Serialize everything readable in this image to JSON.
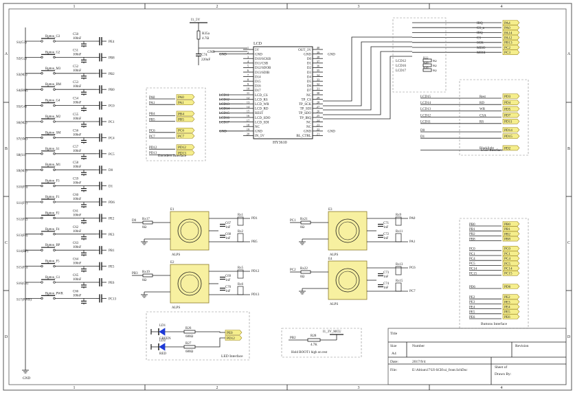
{
  "frame": {
    "cols": [
      "1",
      "2",
      "3",
      "4"
    ],
    "rows": [
      "A",
      "B",
      "C",
      "D"
    ]
  },
  "power": {
    "net_5v": "I1_5V",
    "r_label": "R35a",
    "r_value": "4.7Ω",
    "cap_label": "C74",
    "cap_value": "220uF",
    "gnd": "GND"
  },
  "lcd": {
    "ref": "LCD",
    "part": "HY3610",
    "left_pins": [
      {
        "num": "1",
        "name": "5V",
        "net": ""
      },
      {
        "num": "2",
        "name": "GND",
        "net": "GND"
      },
      {
        "num": "3",
        "name": "D10/SCKB",
        "net": ""
      },
      {
        "num": "4",
        "name": "D11/CSB",
        "net": ""
      },
      {
        "num": "5",
        "name": "D12/SDOB",
        "net": ""
      },
      {
        "num": "6",
        "name": "D13/SDIB",
        "net": ""
      },
      {
        "num": "7",
        "name": "D14",
        "net": ""
      },
      {
        "num": "8",
        "name": "D15",
        "net": ""
      },
      {
        "num": "9",
        "name": "D16",
        "net": ""
      },
      {
        "num": "10",
        "name": "D17",
        "net": ""
      },
      {
        "num": "11",
        "name": "LCD_CS",
        "net": "LCD11"
      },
      {
        "num": "12",
        "name": "LCD_RS",
        "net": "LCD12"
      },
      {
        "num": "13",
        "name": "LCD_WR",
        "net": "LCD13"
      },
      {
        "num": "14",
        "name": "LCD_RD",
        "net": "LCD14"
      },
      {
        "num": "15",
        "name": "REST",
        "net": "LCD15"
      },
      {
        "num": "16",
        "name": "LCD_SDO",
        "net": "LCD16"
      },
      {
        "num": "17",
        "name": "LCD_SDI",
        "net": "LCD17"
      },
      {
        "num": "18",
        "name": "NC",
        "net": ""
      },
      {
        "num": "19",
        "name": "GND",
        "net": "GND"
      },
      {
        "num": "20",
        "name": "IN_5V",
        "net": ""
      }
    ],
    "right_pins": [
      {
        "num": "40",
        "name": "OUT_3V",
        "net": ""
      },
      {
        "num": "39",
        "name": "GND",
        "net": "GND"
      },
      {
        "num": "38",
        "name": "D0",
        "net": ""
      },
      {
        "num": "37",
        "name": "D1",
        "net": ""
      },
      {
        "num": "36",
        "name": "D2",
        "net": ""
      },
      {
        "num": "35",
        "name": "D3",
        "net": ""
      },
      {
        "num": "34",
        "name": "D4",
        "net": ""
      },
      {
        "num": "33",
        "name": "D5",
        "net": ""
      },
      {
        "num": "32",
        "name": "D6",
        "net": ""
      },
      {
        "num": "31",
        "name": "D7",
        "net": ""
      },
      {
        "num": "30",
        "name": "NC",
        "net": ""
      },
      {
        "num": "29",
        "name": "TP_CS",
        "net": ""
      },
      {
        "num": "28",
        "name": "TP_SCK",
        "net": ""
      },
      {
        "num": "27",
        "name": "TP_SDI",
        "net": ""
      },
      {
        "num": "26",
        "name": "TP_SDO",
        "net": ""
      },
      {
        "num": "25",
        "name": "TP_IRQ",
        "net": ""
      },
      {
        "num": "24",
        "name": "NC",
        "net": ""
      },
      {
        "num": "23",
        "name": "NC",
        "net": ""
      },
      {
        "num": "22",
        "name": "GND",
        "net": "GND"
      },
      {
        "num": "21",
        "name": "BL_CTRL",
        "net": ""
      }
    ]
  },
  "touch_bus": {
    "signals": [
      "IRQ",
      "CS_a",
      "IRQ",
      "CS",
      "SCK",
      "MISO",
      "MOSI"
    ],
    "ports": [
      "PA4",
      "PA0",
      "PA14",
      "PA12",
      "PB13",
      "PC2",
      "PC3"
    ]
  },
  "lcd_resistors": [
    {
      "net": "LCD12",
      "ref": "R22",
      "val": "0Ω"
    },
    {
      "net": "LCD16",
      "ref": "R26",
      "val": "0Ω"
    },
    {
      "net": "LCD17",
      "ref": "R18",
      "val": "0Ω"
    }
  ],
  "encoders_interface": {
    "title": "Encoders Interface",
    "rows": [
      {
        "sig": "PA0",
        "port": "PA0"
      },
      {
        "sig": "PA1",
        "port": "PA1"
      },
      {
        "sig": "PB4",
        "port": "PB4"
      },
      {
        "sig": "PB5",
        "port": "PB5"
      },
      {
        "sig": "PC6",
        "port": "PC6"
      },
      {
        "sig": "PC7",
        "port": "PC7"
      },
      {
        "sig": "PD12",
        "port": "PD12"
      },
      {
        "sig": "PD13",
        "port": "PD13"
      }
    ]
  },
  "lcd_interface": {
    "title": "LCD Interface",
    "rows": [
      {
        "sig": "LCD15",
        "fn": "Rest",
        "port": "PD3"
      },
      {
        "sig": "LCD14",
        "fn": "RD",
        "port": "PD4"
      },
      {
        "sig": "LCD13",
        "fn": "WR",
        "port": "PD5"
      },
      {
        "sig": "LCD12",
        "fn": "CSA",
        "port": "PD7"
      },
      {
        "sig": "LCD11",
        "fn": "RS",
        "port": "PD11"
      },
      {
        "sig": "D0",
        "fn": "",
        "port": "PD14"
      },
      {
        "sig": "D1",
        "fn": "",
        "port": "PD15"
      },
      {
        "sig": "",
        "fn": "Blacklight",
        "port": "PD2"
      }
    ]
  },
  "buttons_interface": {
    "title": "Buttons Interface",
    "rows": [
      {
        "sig": "PB0",
        "port": "PB0"
      },
      {
        "sig": "PB1",
        "port": "PB1"
      },
      {
        "sig": "PB2",
        "port": "PB2"
      },
      {
        "sig": "PB8",
        "port": "PB8"
      },
      {
        "sig": "PC0",
        "port": "PC0"
      },
      {
        "sig": "PC1",
        "port": "PC1"
      },
      {
        "sig": "PC4",
        "port": "PC4"
      },
      {
        "sig": "PC5",
        "port": "PC5"
      },
      {
        "sig": "PC14",
        "port": "PC14"
      },
      {
        "sig": "PC15",
        "port": "PC15"
      },
      {
        "sig": "PD6",
        "port": "PD6"
      },
      {
        "sig": "PE2",
        "port": "PE2"
      },
      {
        "sig": "PE3",
        "port": "PE3"
      },
      {
        "sig": "PE4",
        "port": "PE4"
      },
      {
        "sig": "PE5",
        "port": "PE5"
      },
      {
        "sig": "PE6",
        "port": "PE6"
      }
    ]
  },
  "buttons": [
    {
      "sw": "S1(G3)",
      "label": "Button_G3",
      "cap": "C50",
      "val": "100nF",
      "port": "PE4"
    },
    {
      "sw": "S2(G2)",
      "label": "Button_G2",
      "cap": "C51",
      "val": "100nF",
      "port": "PB8"
    },
    {
      "sw": "S3(M3)",
      "label": "Button_M3",
      "cap": "C52",
      "val": "100nF",
      "port": "PB2"
    },
    {
      "sw": "S4(BM)",
      "label": "Button_BM",
      "cap": "C53",
      "val": "100nF",
      "port": "PB0"
    },
    {
      "sw": "S5(G4)",
      "label": "Button_G4",
      "cap": "C54",
      "val": "100nF",
      "port": "PC0"
    },
    {
      "sw": "S6(M2)",
      "label": "Button_M2",
      "cap": "C55",
      "val": "100nF",
      "port": "PC1"
    },
    {
      "sw": "S7(SM)",
      "label": "Button_SM",
      "cap": "C56",
      "val": "100nF",
      "port": "PC4"
    },
    {
      "sw": "S8(S1)",
      "label": "Button_S1",
      "cap": "C57",
      "val": "100nF",
      "port": "PC5"
    },
    {
      "sw": "S9(M1)",
      "label": "Button_M1",
      "cap": "C58",
      "val": "100nF",
      "port": "D0"
    },
    {
      "sw": "S10(F3)",
      "label": "Button_F3",
      "cap": "C59",
      "val": "100nF",
      "port": "D1"
    },
    {
      "sw": "S11(F1)",
      "label": "Button_F1",
      "cap": "C60",
      "val": "100nF",
      "port": "PD6"
    },
    {
      "sw": "S12(F2)",
      "label": "Button_F2",
      "cap": "C61",
      "val": "100nF",
      "port": "PE2"
    },
    {
      "sw": "S13(F4)",
      "label": "Button_F4",
      "cap": "C62",
      "val": "100nF",
      "port": "PE3"
    },
    {
      "sw": "S14(BP)",
      "label": "Button_BP",
      "cap": "C63",
      "val": "100nF",
      "port": "PB1"
    },
    {
      "sw": "S15(F5)",
      "label": "Button_F5",
      "cap": "C64",
      "val": "100nF",
      "port": "PE5"
    },
    {
      "sw": "S16(G1)",
      "label": "Button_G1",
      "cap": "C65",
      "val": "100nF",
      "port": "PE6"
    },
    {
      "sw": "S17(PWR)",
      "label": "Button_PWR",
      "cap": "C66",
      "val": "100nF",
      "port": "PC13"
    }
  ],
  "encoders": [
    {
      "ref": "E1",
      "in_net": "D0",
      "r": "Rx17",
      "rv": "0Ω",
      "ca": "C67",
      "cb": "C68",
      "cv": "1nF",
      "ra": "Rx1",
      "rb": "Rx2",
      "out_a": "PD1",
      "out_b": "PB5",
      "brand": "ALPS"
    },
    {
      "ref": "E2",
      "in_net": "PB3",
      "r": "Rx19",
      "rv": "0Ω",
      "ca": "C69",
      "cb": "C70",
      "cv": "1nF",
      "ra": "Rx5",
      "rb": "Rx6",
      "out_a": "PD12",
      "out_b": "PD13",
      "brand": "ALPS"
    },
    {
      "ref": "E3",
      "in_net": "PC1",
      "r": "Rx21",
      "rv": "0Ω",
      "ca": "C71",
      "cb": "C72",
      "cv": "1nF",
      "ra": "Rx9",
      "rb": "Rx11",
      "out_a": "PA0",
      "out_b": "PA1",
      "brand": "ALPS"
    },
    {
      "ref": "E4",
      "in_net": "PC2",
      "r": "Rx22",
      "rv": "0Ω",
      "ca": "C73",
      "cb": "C74",
      "cv": "1nF",
      "ra": "Rx13",
      "rb": "Rx15",
      "out_a": "PC6",
      "out_b": "PC7",
      "brand": "ALPS"
    }
  ],
  "led_interface": {
    "title": "LED Interface",
    "leds": [
      {
        "ref": "LD1",
        "color": "GREEN",
        "r": "R26",
        "rv": "680Ω",
        "port": "PE0"
      },
      {
        "ref": "LD2",
        "color": "RED",
        "r": "R27",
        "rv": "680Ω",
        "port": "PD12"
      }
    ]
  },
  "boot": {
    "net": "PB2",
    "r": "R28",
    "rv": "4.7K",
    "supply": "I1_3V_MCU",
    "note": "Hold BOOT1 high on rest"
  },
  "title_block": {
    "title_label": "Title",
    "size_label": "Size",
    "size": "A4",
    "number_label": "Number",
    "revision_label": "Revision",
    "date_label": "Date:",
    "date": "2017/9/4",
    "file_label": "File:",
    "file": "E:\\Altium17\\UI-SCH\\ui_front.SchDoc",
    "sheet_label": "Sheet    of",
    "drawn_label": "Drawn By:"
  },
  "colors": {
    "port_fill": "#f5ee8c",
    "port_stroke": "#a08a2a",
    "wire": "#1a1a1a",
    "label": "#222222",
    "encoder_fill": "#f7f0a0",
    "led_blue": "#1e3ad6",
    "frame": "#555555"
  }
}
